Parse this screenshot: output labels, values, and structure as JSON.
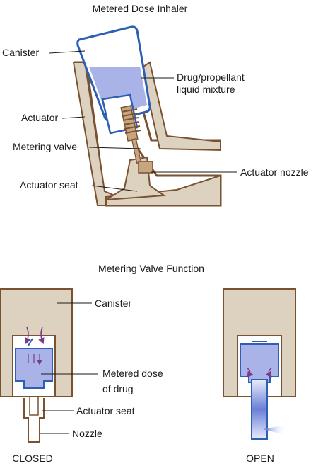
{
  "top_diagram": {
    "title": "Metered Dose Inhaler",
    "labels": {
      "canister": "Canister",
      "drug_line1": "Drug/propellant",
      "drug_line2": "liquid mixture",
      "actuator": "Actuator",
      "metering_valve": "Metering valve",
      "actuator_nozzle": "Actuator nozzle",
      "actuator_seat": "Actuator seat"
    }
  },
  "bottom_diagram": {
    "title": "Metering Valve Function",
    "labels": {
      "canister": "Canister",
      "metered_line1": "Metered dose",
      "metered_line2": "of drug",
      "actuator_seat": "Actuator seat",
      "nozzle": "Nozzle"
    },
    "states": {
      "closed": "CLOSED",
      "open": "OPEN"
    }
  },
  "colors": {
    "actuator_fill": "#ddd2bf",
    "actuator_stroke": "#7a5232",
    "canister_stroke": "#2d5fb4",
    "drug_fill": "#a9b3e8",
    "valve_fill": "#c6a57f",
    "arrow_purple": "#7a3a8c",
    "leader_line": "#1a1a1a"
  }
}
